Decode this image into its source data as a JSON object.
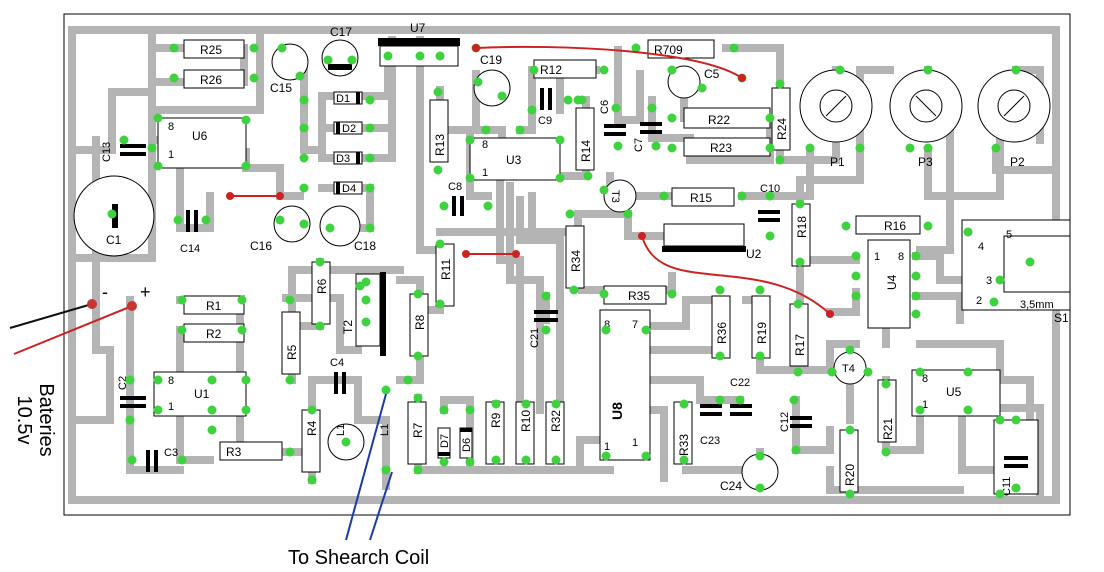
{
  "board": {
    "components": {
      "r25": "R25",
      "r26": "R26",
      "c17": "C17",
      "u7": "U7",
      "c19": "C19",
      "r12": "R12",
      "r709": "R709",
      "c5": "C5",
      "c13": "C13",
      "u6": "U6",
      "c15": "C15",
      "d1": "D1",
      "d2": "D2",
      "d3": "D3",
      "d4": "D4",
      "r13": "R13",
      "c9": "C9",
      "c6": "C6",
      "r14": "R14",
      "c7": "C7",
      "r22": "R22",
      "r23": "R23",
      "r24": "R24",
      "p1": "P1",
      "p3": "P3",
      "p2": "P2",
      "u3": "U3",
      "c8": "C8",
      "t3": "T3",
      "r15": "R15",
      "c10": "C10",
      "c1": "C1",
      "c14": "C14",
      "c16": "C16",
      "c18": "C18",
      "r18": "R18",
      "r16": "R16",
      "u2": "U2",
      "r34": "R34",
      "r11": "R11",
      "u4": "U4",
      "r6": "R6",
      "t2": "T2",
      "r1": "R1",
      "r2": "R2",
      "r35": "R35",
      "r8": "R8",
      "r5": "R5",
      "c21": "C21",
      "r36": "R36",
      "r19": "R19",
      "r17": "R17",
      "c4": "C4",
      "c2": "C2",
      "u1": "U1",
      "u8": "U8",
      "c22": "C22",
      "t4": "T4",
      "u5": "U5",
      "l1": "L1",
      "r4": "R4",
      "r7": "R7",
      "d7": "D7",
      "d6": "D6",
      "r9": "R9",
      "r10": "R10",
      "r32": "R32",
      "r33": "R33",
      "c23": "C23",
      "c12": "C12",
      "r21": "R21",
      "c3": "C3",
      "r3": "R3",
      "c24": "C24",
      "r20": "R20",
      "c11": "C11",
      "s1": "S1"
    },
    "pins": {
      "u6_8": "8",
      "u6_1": "1",
      "u3_8": "8",
      "u3_1": "1",
      "u1_8": "8",
      "u1_1": "1",
      "u4_1": "1",
      "u4_8": "8",
      "u8_8": "8",
      "u8_7": "7",
      "u8_1a": "1",
      "u8_1b": "1",
      "u5_8": "8",
      "u5_1": "1",
      "s1_5": "5",
      "s1_4": "4",
      "s1_3": "3",
      "s1_2": "2",
      "plus": "+",
      "minus": "-"
    },
    "jack_label": "3,5mm"
  },
  "annotations": {
    "battery": "Bateries 10.5v",
    "coil": "To Shearch Coil"
  },
  "colors": {
    "background": "#ffffff",
    "trace": "#b4b4b4",
    "pad": "#3fd23f",
    "jumper": "#cc2222",
    "battery_lead_black": "#111111",
    "battery_lead_red": "#cc2222",
    "coil_lead": "#1a3aa8"
  }
}
